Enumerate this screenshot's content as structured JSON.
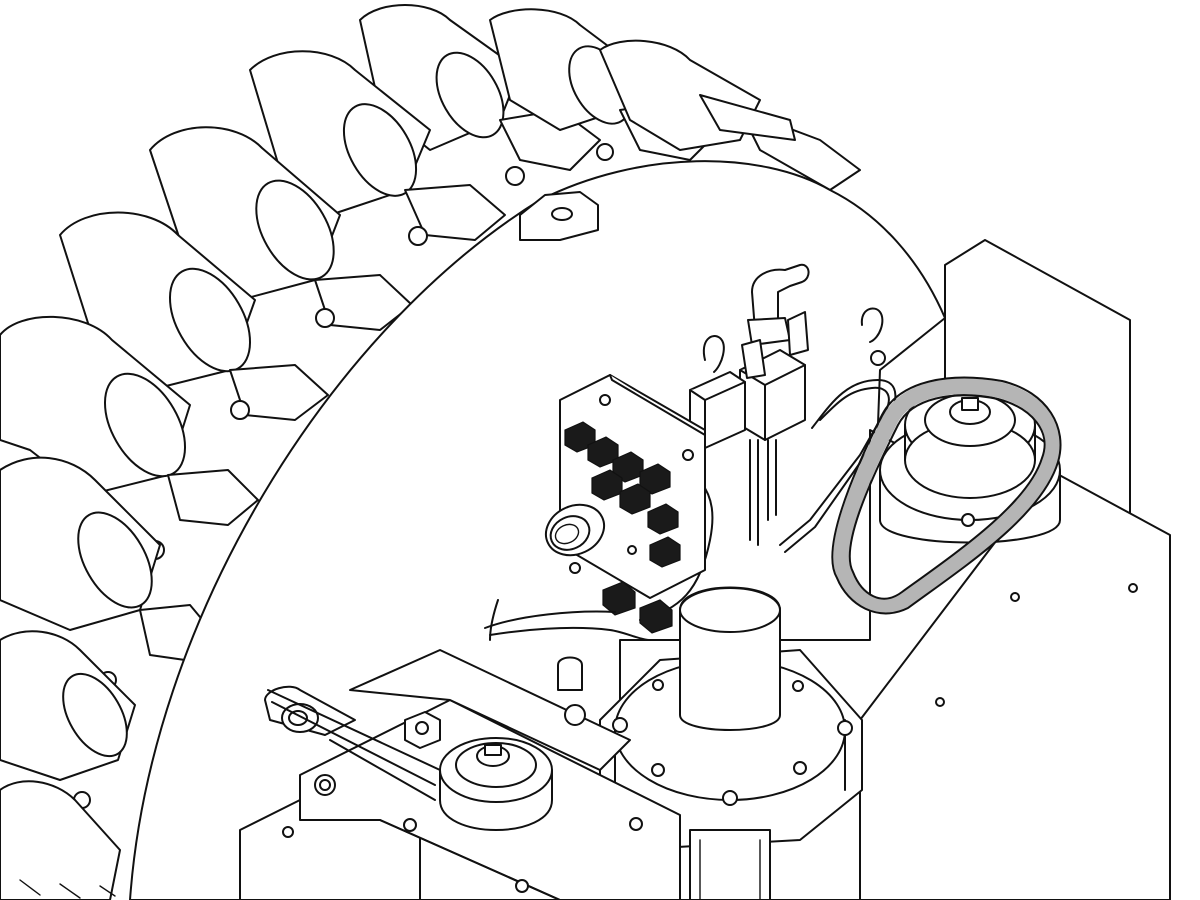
{
  "figure": {
    "type": "technical line drawing",
    "style": "isometric black line art on white",
    "highlighted_component": "timing-belt",
    "colors": {
      "line": "#111111",
      "background": "#ffffff",
      "highlight": "#b5b5b5"
    }
  }
}
